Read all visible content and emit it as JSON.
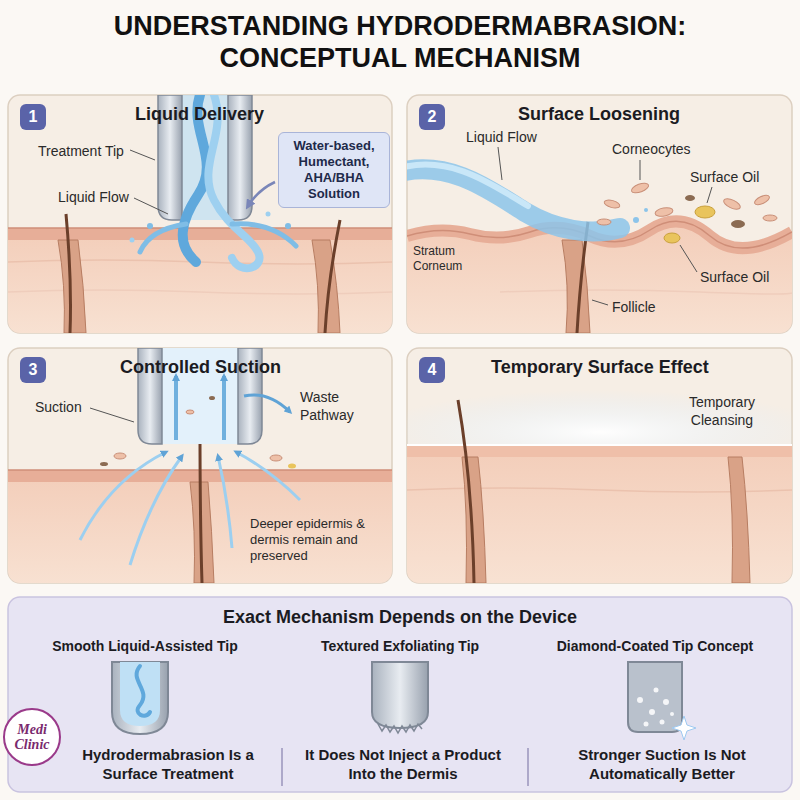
{
  "diagram": {
    "title": "UNDERSTANDING HYDRODERMABRASION: CONCEPTUAL MECHANISM",
    "nodes": [
      {
        "text": [
          "Liquid Delivery"
        ]
      },
      {
        "text": [
          "1"
        ],
        "in": 0
      },
      {
        "text": [
          "Water-based, Humectant, AHA/BHA Solution"
        ],
        "in": 0
      },
      {
        "text": [
          "Surface Loosening"
        ]
      },
      {
        "text": [
          "2"
        ],
        "in": 3
      },
      {
        "text": [
          "Controlled Suction"
        ]
      },
      {
        "text": [
          "3"
        ],
        "in": 5
      },
      {
        "text": [
          "Temporary Surface Effect"
        ]
      },
      {
        "text": [
          "4"
        ],
        "in": 7
      },
      {
        "text": [
          "Exact Mechanism Depends on the Device"
        ]
      },
      {
        "text": [
          "Medi Clinic"
        ]
      }
    ],
    "labels": [
      "Treatment Tip",
      "Liquid Flow",
      "Liquid Flow",
      "Corneocytes",
      "Surface Oil",
      "Stratum Corneum",
      "Surface Oil",
      "Follicle",
      "Suction",
      "Waste Pathway",
      "Deeper epidermis & dermis remain and preserved",
      "Temporary Cleansing",
      "Smooth Liquid-Assisted Tip",
      "Textured Exfoliating Tip",
      "Diamond-Coated Tip Concept",
      "Hydrodermabrasion Is a Surface Treatment",
      "It Does Not Inject a Product Into the Dermis",
      "Stronger Suction Is Not Automatically Better"
    ]
  }
}
